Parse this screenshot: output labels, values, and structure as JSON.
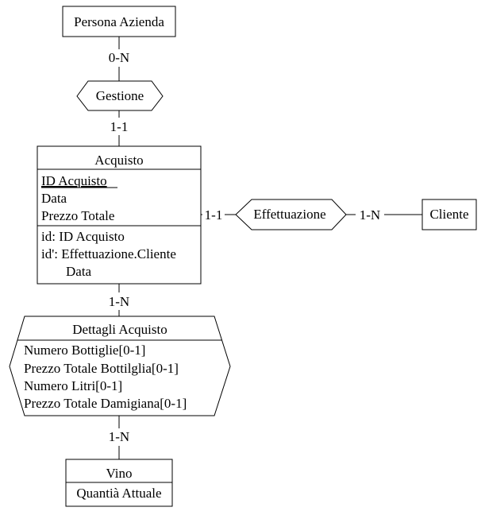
{
  "entities": {
    "persona_azienda": {
      "name": "Persona Azienda"
    },
    "acquisto": {
      "name": "Acquisto",
      "attributes": [
        "ID Acquisto",
        "Data",
        "Prezzo Totale"
      ],
      "identifiers": [
        "id: ID Acquisto",
        "id': Effettuazione.Cliente",
        "Data"
      ]
    },
    "cliente": {
      "name": "Cliente"
    },
    "vino": {
      "name": "Vino",
      "attributes": [
        "Quantià Attuale"
      ]
    }
  },
  "relationships": {
    "gestione": {
      "name": "Gestione"
    },
    "effettuazione": {
      "name": "Effettuazione"
    },
    "dettagli_acquisto": {
      "name": "Dettagli Acquisto",
      "attributes": [
        "Numero Bottiglie[0-1]",
        "Prezzo Totale Bottilglia[0-1]",
        "Numero Litri[0-1]",
        "Prezzo Totale Damigiana[0-1]"
      ]
    }
  },
  "cardinalities": {
    "persona_gestione": "0-N",
    "gestione_acquisto": "1-1",
    "acquisto_effettuazione": "1-1",
    "effettuazione_cliente": "1-N",
    "acquisto_dettagli": "1-N",
    "dettagli_vino": "1-N"
  }
}
